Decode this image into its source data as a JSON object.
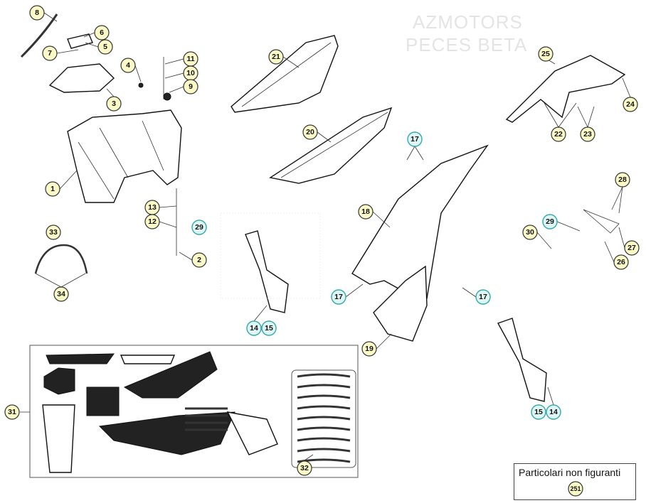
{
  "watermark": {
    "line1": "AZMOTORS",
    "line2": "PECES BETA"
  },
  "colors": {
    "callout_standard": "#fbf9c6",
    "callout_highlight": "#dff5f4",
    "highlight_border": "#33aaaa"
  },
  "callouts": [
    {
      "id": "8",
      "style": "standard"
    },
    {
      "id": "6",
      "style": "standard"
    },
    {
      "id": "5",
      "style": "standard"
    },
    {
      "id": "7",
      "style": "standard"
    },
    {
      "id": "3",
      "style": "standard"
    },
    {
      "id": "4",
      "style": "standard"
    },
    {
      "id": "11",
      "style": "standard"
    },
    {
      "id": "10",
      "style": "standard"
    },
    {
      "id": "9",
      "style": "standard"
    },
    {
      "id": "21",
      "style": "standard"
    },
    {
      "id": "20",
      "style": "standard"
    },
    {
      "id": "25",
      "style": "standard"
    },
    {
      "id": "24",
      "style": "standard"
    },
    {
      "id": "22",
      "style": "standard"
    },
    {
      "id": "23",
      "style": "standard"
    },
    {
      "id": "17",
      "style": "highlight"
    },
    {
      "id": "28",
      "style": "standard"
    },
    {
      "id": "18",
      "style": "standard"
    },
    {
      "id": "1",
      "style": "standard"
    },
    {
      "id": "13",
      "style": "standard"
    },
    {
      "id": "12",
      "style": "standard"
    },
    {
      "id": "29",
      "style": "highlight"
    },
    {
      "id": "2",
      "style": "standard"
    },
    {
      "id": "33",
      "style": "standard"
    },
    {
      "id": "34",
      "style": "standard"
    },
    {
      "id": "29",
      "style": "highlight"
    },
    {
      "id": "30",
      "style": "standard"
    },
    {
      "id": "27",
      "style": "standard"
    },
    {
      "id": "26",
      "style": "standard"
    },
    {
      "id": "17",
      "style": "highlight"
    },
    {
      "id": "17",
      "style": "highlight"
    },
    {
      "id": "14",
      "style": "highlight"
    },
    {
      "id": "15",
      "style": "highlight"
    },
    {
      "id": "19",
      "style": "standard"
    },
    {
      "id": "15",
      "style": "highlight"
    },
    {
      "id": "14",
      "style": "highlight"
    },
    {
      "id": "31",
      "style": "standard"
    },
    {
      "id": "32",
      "style": "standard"
    }
  ],
  "note": {
    "title": "Particolari non figuranti",
    "callout": "251"
  }
}
